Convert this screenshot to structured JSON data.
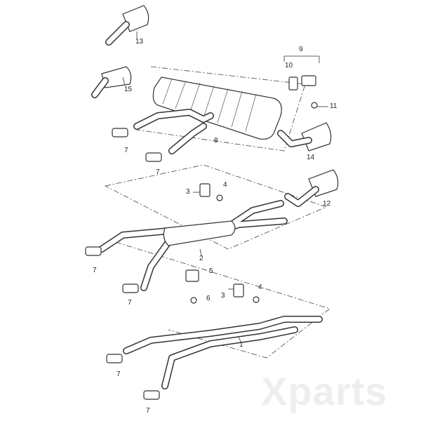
{
  "watermark": "Xparts",
  "callouts": {
    "c13": "13",
    "c15": "15",
    "c9": "9",
    "c10": "10",
    "c11": "11",
    "c8": "8",
    "c7a": "7",
    "c7b": "7",
    "c14": "14",
    "c3a": "3",
    "c4a": "4",
    "c12": "12",
    "c2": "2",
    "c7c": "7",
    "c5": "5",
    "c7d": "7",
    "c6": "6",
    "c3b": "3",
    "c4b": "4",
    "c1": "1",
    "c7e": "7",
    "c7f": "7"
  }
}
